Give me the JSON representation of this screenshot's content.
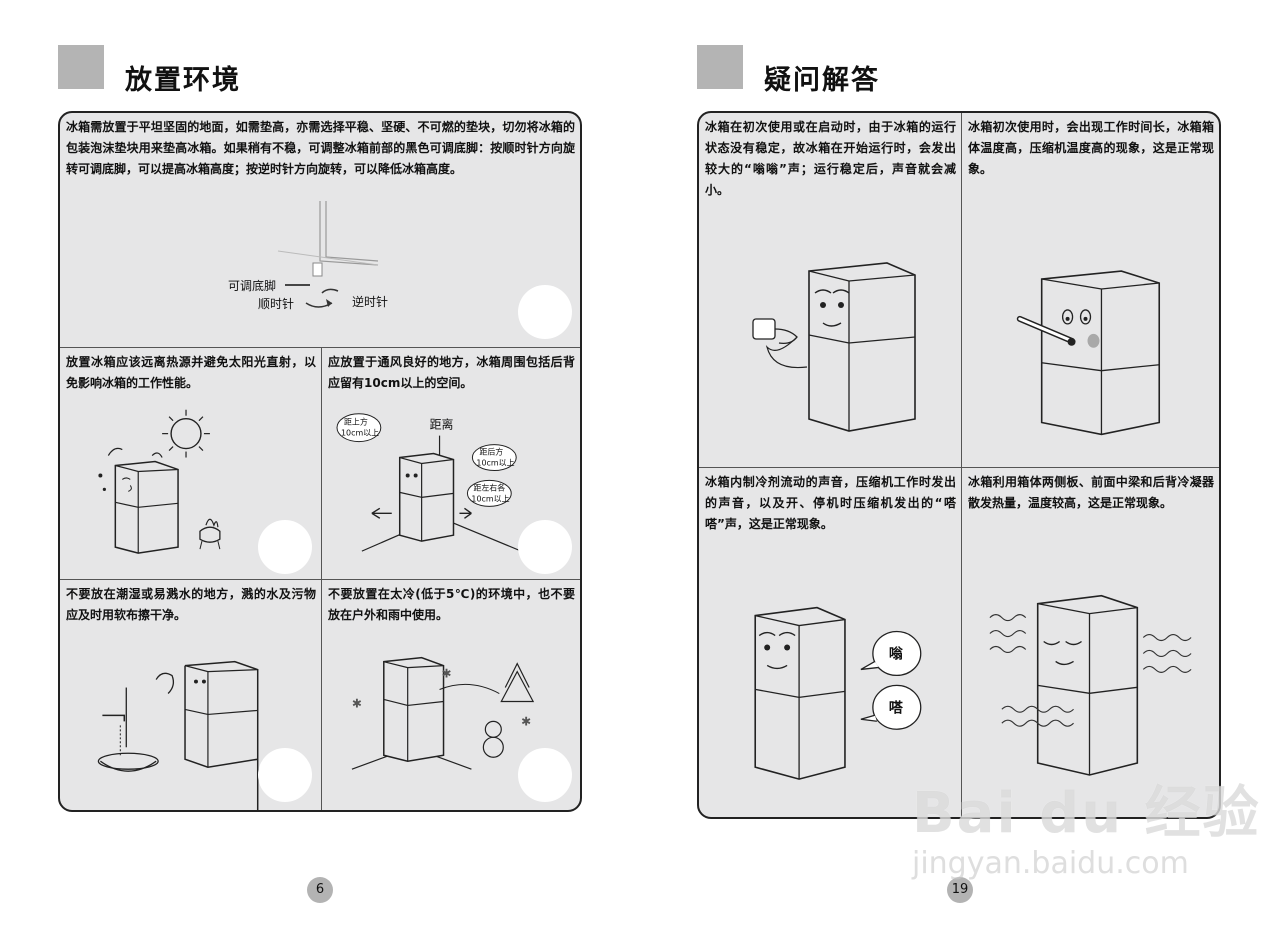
{
  "left_page": {
    "title": "放置环境",
    "page_number": "6",
    "cells": [
      {
        "text": "冰箱需放置于平坦坚固的地面，如需垫高，亦需选择平稳、坚硬、不可燃的垫块，切勿将冰箱的包装泡沫垫块用来垫高冰箱。如果稍有不稳，可调整冰箱前部的黑色可调底脚：按顺时针方向旋转可调底脚，可以提高冰箱高度；按逆时针方向旋转，可以降低冰箱高度。"
      },
      {
        "text": "放置冰箱应该远离热源并避免太阳光直射，以免影响冰箱的工作性能。"
      },
      {
        "text": "应放置于通风良好的地方，冰箱周围包括后背应留有10cm以上的空间。"
      },
      {
        "text": "不要放在潮湿或易溅水的地方，溅的水及污物应及时用软布擦干净。"
      },
      {
        "text": "不要放置在太冷(低于5℃)的环境中，也不要放在户外和雨中使用。"
      }
    ],
    "foot_labels": {
      "adjustable_foot": "可调底脚",
      "clockwise": "顺时针",
      "counterclockwise": "逆时针"
    },
    "distance_labels": {
      "distance": "距离",
      "top": "距上方",
      "top_value": "10cm以上",
      "back": "距后方",
      "back_value": "10cm以上",
      "sides": "距左右各",
      "sides_value": "10cm以上"
    }
  },
  "right_page": {
    "title": "疑问解答",
    "page_number": "19",
    "cells": [
      {
        "text": "冰箱在初次使用或在启动时，由于冰箱的运行状态没有稳定，故冰箱在开始运行时，会发出较大的“嗡嗡”声；运行稳定后，声音就会减小。"
      },
      {
        "text": "冰箱初次使用时，会出现工作时间长，冰箱箱体温度高，压缩机温度高的现象，这是正常现象。"
      },
      {
        "text": "冰箱内制冷剂流动的声音，压缩机工作时发出的声音，以及开、停机时压缩机发出的“嗒嗒”声，这是正常现象。"
      },
      {
        "text": "冰箱利用箱体两侧板、前面中梁和后背冷凝器散发热量，温度较高，这是正常现象。"
      }
    ],
    "bubble_1": "嗡",
    "bubble_2": "嗒"
  },
  "watermark": {
    "main": "Bai du 经验",
    "url": "jingyan.baidu.com"
  },
  "colors": {
    "panel_bg": "#e6e6e7",
    "header_block": "#b4b4b4",
    "page_number_bg": "#b3b3b3"
  }
}
